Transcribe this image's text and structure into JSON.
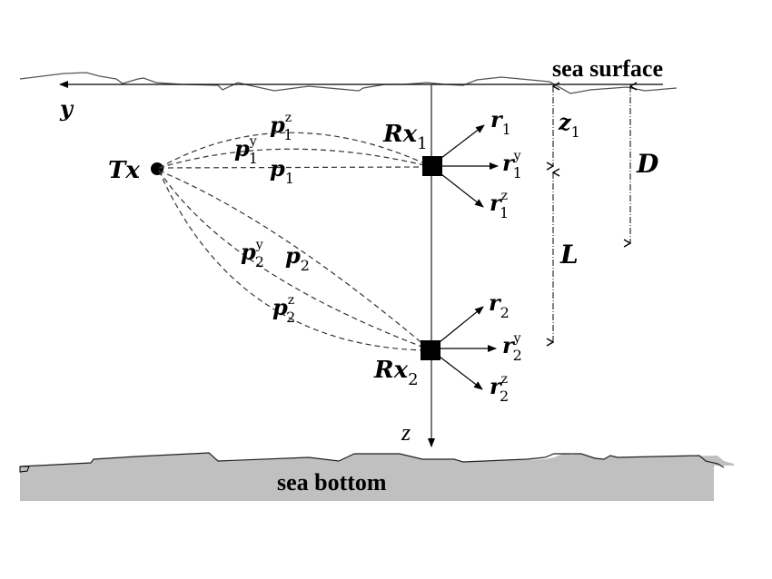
{
  "labels": {
    "sea_surface": "sea surface",
    "sea_bottom": "sea bottom",
    "y_axis": "y",
    "z_axis": "z",
    "transmitter": {
      "base": "Tx"
    },
    "receiver_1": {
      "base": "Rx",
      "sub": "1"
    },
    "receiver_2": {
      "base": "Rx",
      "sub": "2"
    },
    "z1": {
      "base": "z",
      "sub": "1"
    },
    "D": "D",
    "L": "L",
    "paths": [
      {
        "base": "p",
        "sub": "1",
        "sup": "z"
      },
      {
        "base": "p",
        "sub": "1",
        "sup": "y"
      },
      {
        "base": "p",
        "sub": "1",
        "sup": ""
      },
      {
        "base": "p",
        "sub": "2",
        "sup": "y"
      },
      {
        "base": "p",
        "sub": "2",
        "sup": ""
      },
      {
        "base": "p",
        "sub": "2",
        "sup": "z"
      }
    ],
    "rays": [
      {
        "base": "r",
        "sub": "1",
        "sup": ""
      },
      {
        "base": "r",
        "sub": "1",
        "sup": "y"
      },
      {
        "base": "r",
        "sub": "1",
        "sup": "z"
      },
      {
        "base": "r",
        "sub": "2",
        "sup": ""
      },
      {
        "base": "r",
        "sub": "2",
        "sup": "y"
      },
      {
        "base": "r",
        "sub": "2",
        "sup": "z"
      }
    ]
  },
  "colors": {
    "seabed_fill": "#c0c0c0",
    "line": "#000000",
    "surface_line": "#555555"
  }
}
